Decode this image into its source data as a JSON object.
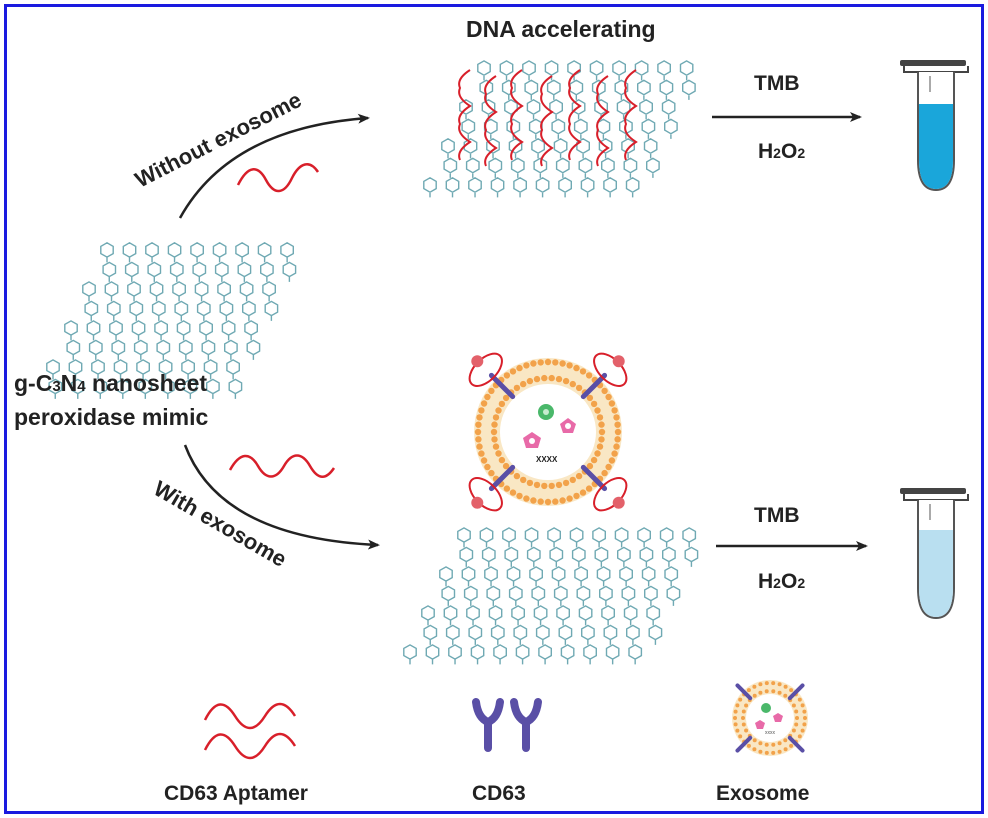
{
  "colors": {
    "frame": "#1a1adf",
    "lattice": "#6fa9b3",
    "aptamer": "#d81f2a",
    "cd63": "#5a4fa6",
    "exosome_dots": "#f2a24a",
    "tube_blue": "#1aa6da",
    "tube_light": "#b9dff0"
  },
  "labels": {
    "top_sheet": "DNA accelerating",
    "without": "Without exosome",
    "with": "With exosome",
    "nanosheet_line1_pre": "g-C",
    "nanosheet_sub1": "3",
    "nanosheet_mid": "N",
    "nanosheet_sub2": "4",
    "nanosheet_post": " nanosheet",
    "nanosheet_line2": "peroxidase mimic",
    "tmb_top": "TMB",
    "tmb_bottom": "TMB",
    "h2o2_h": "H",
    "h2o2_sub1": "2",
    "h2o2_o": "O",
    "h2o2_sub2": "2",
    "exosome_text": "XXXX"
  },
  "legend": {
    "aptamer": "CD63 Aptamer",
    "cd63": "CD63",
    "exosome": "Exosome"
  },
  "icons": [
    "lattice-icon",
    "aptamer-icon",
    "cd63-icon",
    "exosome-icon",
    "tube-icon",
    "arrow-icon"
  ]
}
